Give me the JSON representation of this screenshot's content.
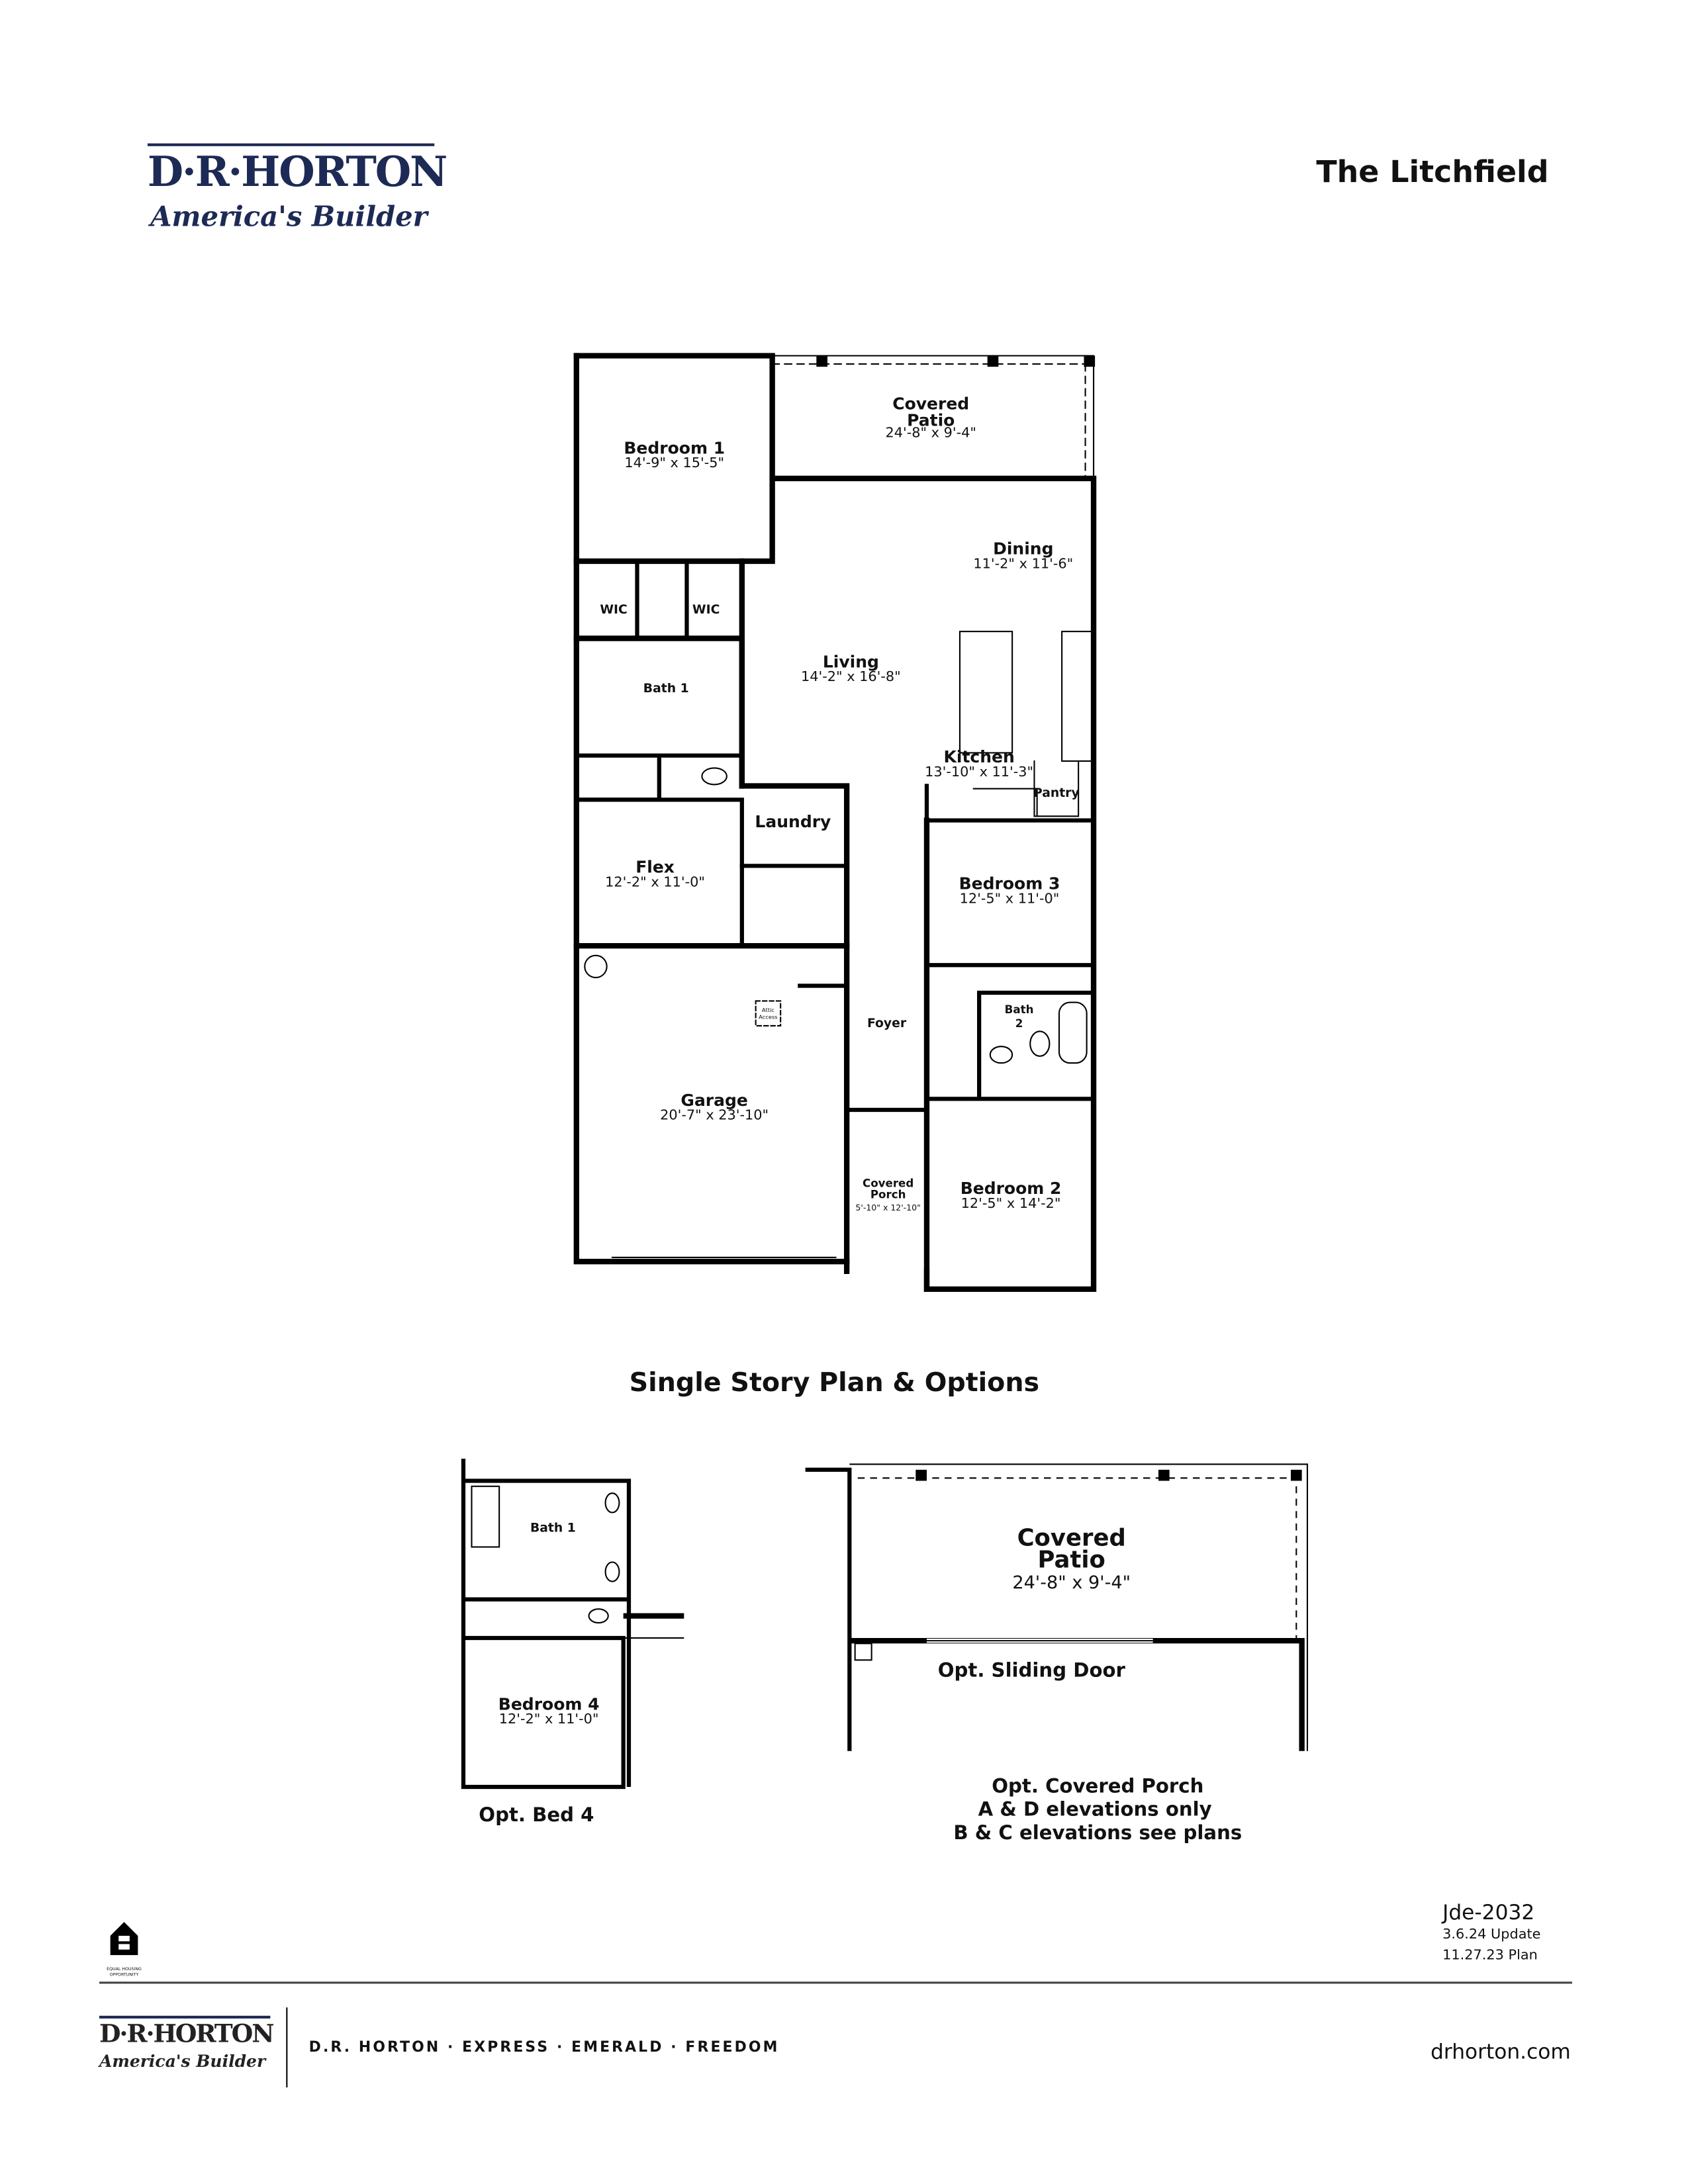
{
  "header": {
    "brand": "D·R·HORTON",
    "tagline": "America's Builder",
    "plan_name": "The Litchfield"
  },
  "main_plan": {
    "rooms": [
      {
        "name": "Bedroom 1",
        "dims": "14'-9\" x 15'-5\""
      },
      {
        "name": "Covered Patio",
        "dims": "24'-8\" x 9'-4\""
      },
      {
        "name": "Dining",
        "dims": "11'-2\" x 11'-6\""
      },
      {
        "name": "Living",
        "dims": "14'-2\" x 16'-8\""
      },
      {
        "name": "Kitchen",
        "dims": "13'-10\" x 11'-3\""
      },
      {
        "name": "Flex",
        "dims": "12'-2\" x 11'-0\""
      },
      {
        "name": "Bedroom 3",
        "dims": "12'-5\" x 11'-0\""
      },
      {
        "name": "Garage",
        "dims": "20'-7\" x 23'-10\""
      },
      {
        "name": "Bedroom 2",
        "dims": "12'-5\" x 14'-2\""
      },
      {
        "name": "Covered Porch",
        "dims": "5'-10\" x 12'-10\""
      }
    ],
    "labels": {
      "wic": "WIC",
      "bath1": "Bath 1",
      "bath2": "Bath 2",
      "laundry": "Laundry",
      "pantry": "Pantry",
      "foyer": "Foyer",
      "attic": "Attic Access"
    },
    "caption": "Single Story Plan & Options"
  },
  "options": {
    "bed4": {
      "bath_label": "Bath 1",
      "room": "Bedroom 4",
      "dims": "12'-2\" x 11'-0\"",
      "caption": "Opt. Bed 4"
    },
    "patio": {
      "room": "Covered Patio",
      "dims": "24'-8\" x 9'-4\"",
      "door_label": "Opt. Sliding Door",
      "notes": [
        "Opt. Covered Porch",
        "A & D elevations only",
        "B & C elevations see plans"
      ]
    }
  },
  "footer": {
    "plan_code": "Jde-2032",
    "update": "3.6.24 Update",
    "plan_date": "11.27.23 Plan",
    "eho": "EQUAL HOUSING OPPORTUNITY",
    "brands": "D.R. HORTON · EXPRESS · EMERALD · FREEDOM",
    "website": "drhorton.com"
  },
  "colors": {
    "brand_navy": "#1d2a55",
    "wall": "#000000"
  }
}
